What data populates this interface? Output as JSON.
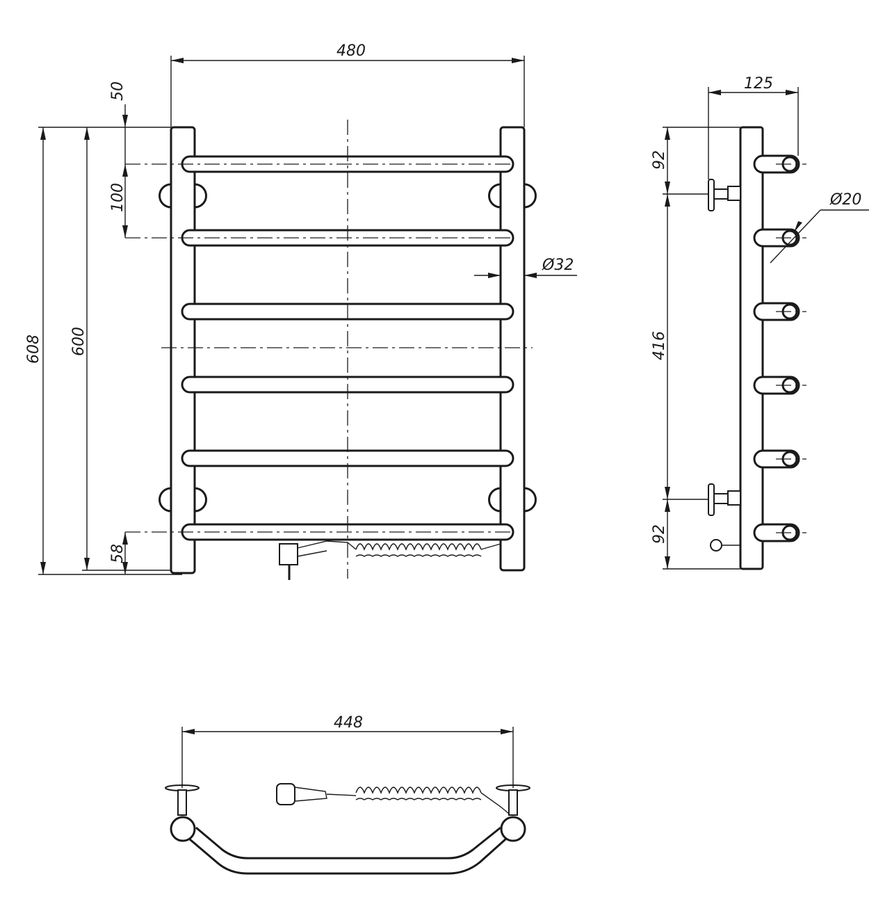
{
  "colors": {
    "line": "#1a1a1a",
    "background": "#ffffff"
  },
  "front_view": {
    "width": "480",
    "height_total": "608",
    "height_axis": "600",
    "top_offset": "50",
    "bar_spacing": "100",
    "bottom_offset": "58",
    "pipe_diameter": "Ø32"
  },
  "side_view": {
    "depth": "125",
    "mount_top": "92",
    "mount_between": "416",
    "mount_bottom": "92",
    "bar_diameter": "Ø20"
  },
  "bottom_view": {
    "mount_spacing": "448"
  }
}
